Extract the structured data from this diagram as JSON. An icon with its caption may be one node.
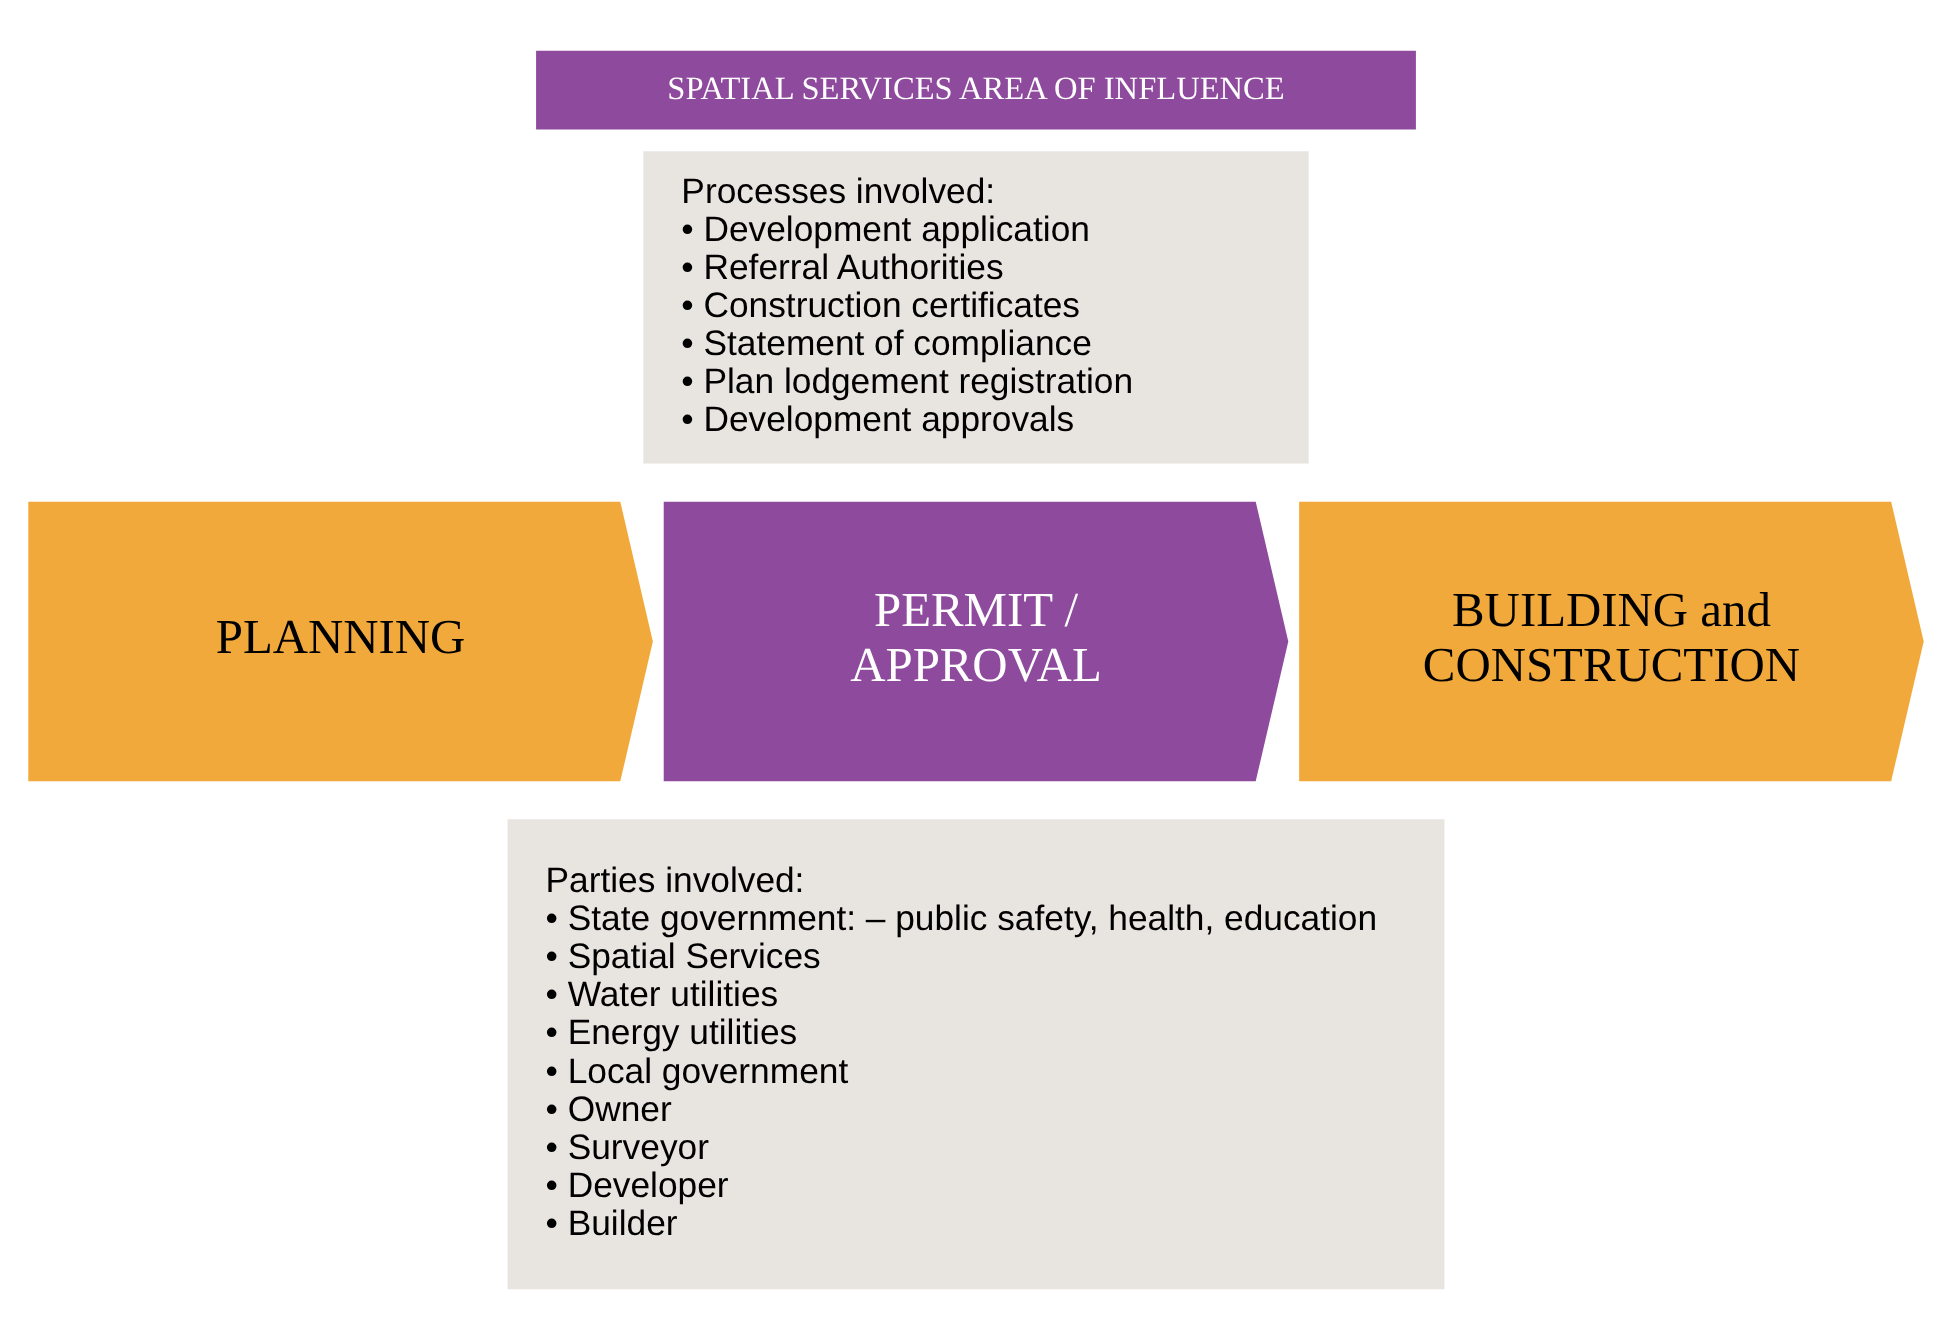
{
  "diagram": {
    "nodes": [
      {
        "text": [
          "SPATIAL SERVICES AREA OF INFLUENCE"
        ]
      },
      {
        "text": [
          "Processes involved:",
          "• Development application",
          "• Referral Authorities",
          "• Construction certificates",
          "• Statement of compliance",
          "• Plan lodgement registration",
          "• Development approvals"
        ]
      },
      {
        "text": [
          "PLANNING"
        ]
      },
      {
        "text": [
          "PERMIT / APPROVAL"
        ]
      },
      {
        "text": [
          "BUILDING and CONSTRUCTION"
        ]
      },
      {
        "text": [
          "Parties involved:",
          "• State government: – public safety, health, education",
          "• Spatial Services",
          "• Water utilities",
          "• Energy utilities",
          "• Local government",
          "• Owner",
          "• Surveyor",
          "• Developer",
          "• Builder"
        ]
      }
    ]
  }
}
